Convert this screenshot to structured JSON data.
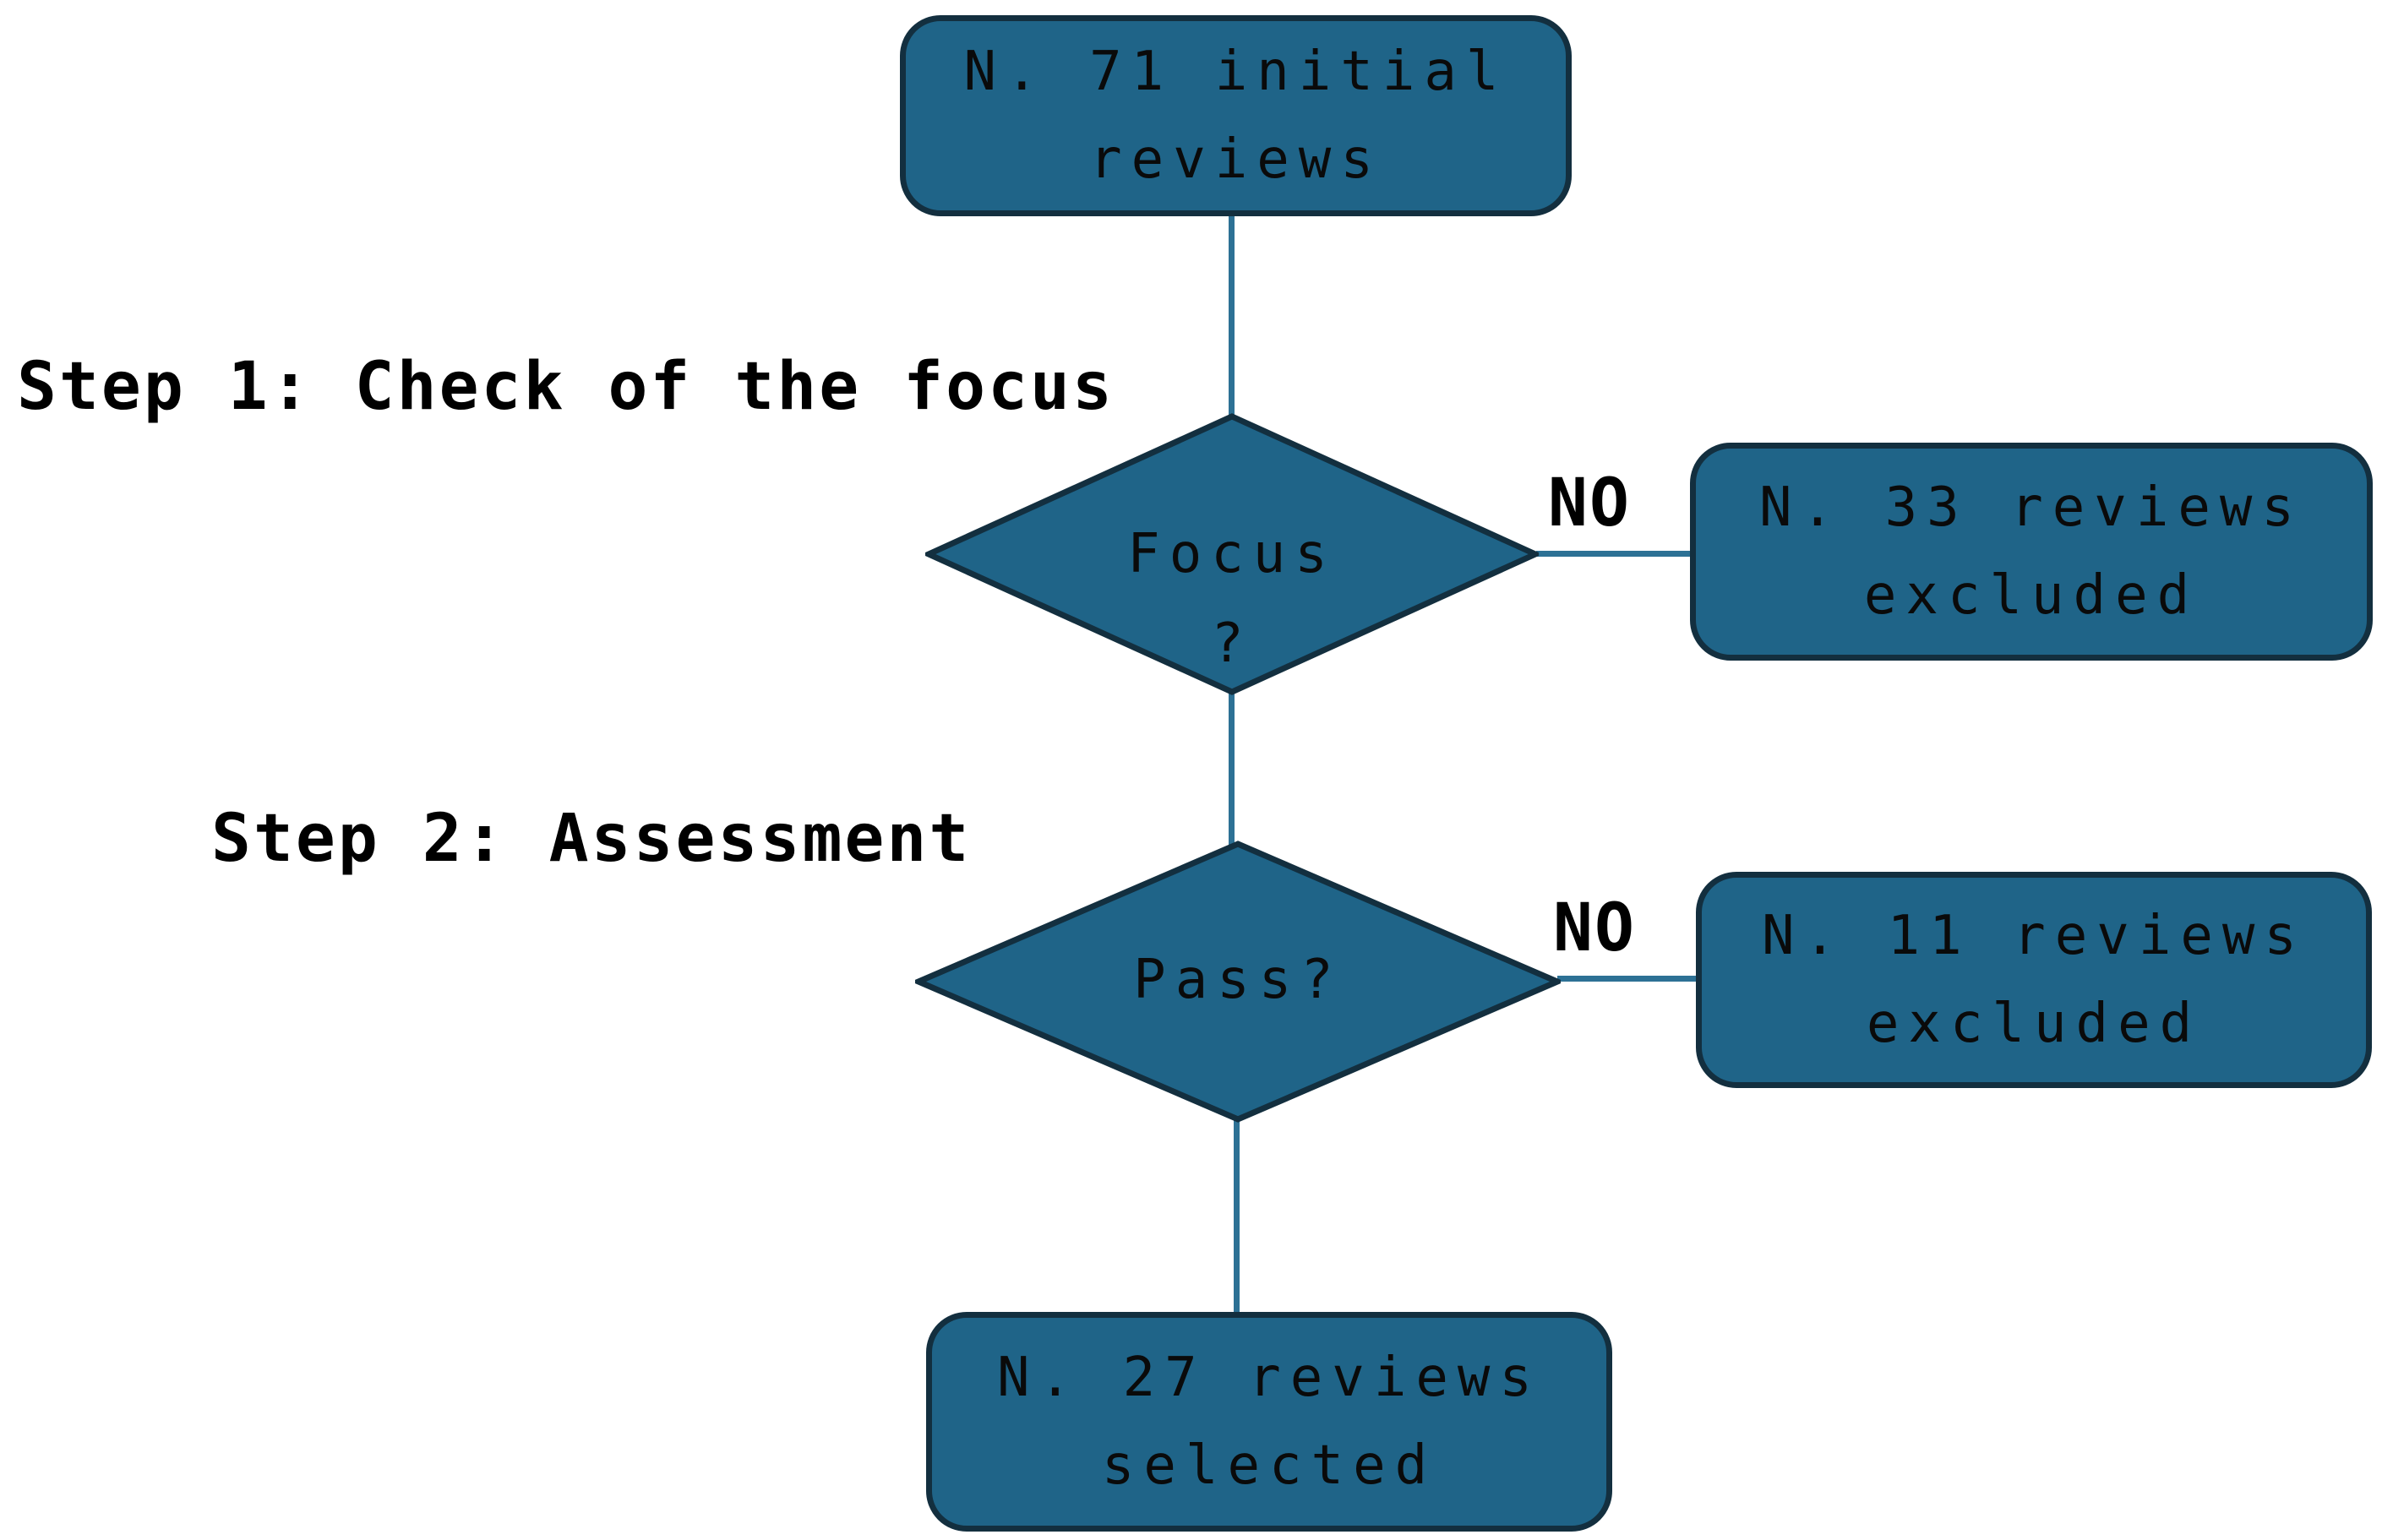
{
  "diagram": {
    "nodes": {
      "initial": {
        "line1": "N. 71 initial",
        "line2": "reviews"
      },
      "focus_decision": {
        "line1": "Focus",
        "line2": "?"
      },
      "excluded_step1": {
        "line1": "N. 33 reviews",
        "line2": "excluded"
      },
      "assessment_decision": {
        "line1": "Pass?"
      },
      "excluded_step2": {
        "line1": "N. 11 reviews",
        "line2": "excluded"
      },
      "selected": {
        "line1": "N. 27 reviews",
        "line2": "selected"
      }
    },
    "labels": {
      "step1": "Step 1: Check of the focus",
      "step2": "Step 2: Assessment",
      "no_step1": "NO",
      "no_step2": "NO"
    },
    "colors": {
      "node_fill": "#1F6488",
      "node_border": "#132F3F",
      "connector": "#2D7195",
      "text": "#0A0A0A"
    }
  }
}
